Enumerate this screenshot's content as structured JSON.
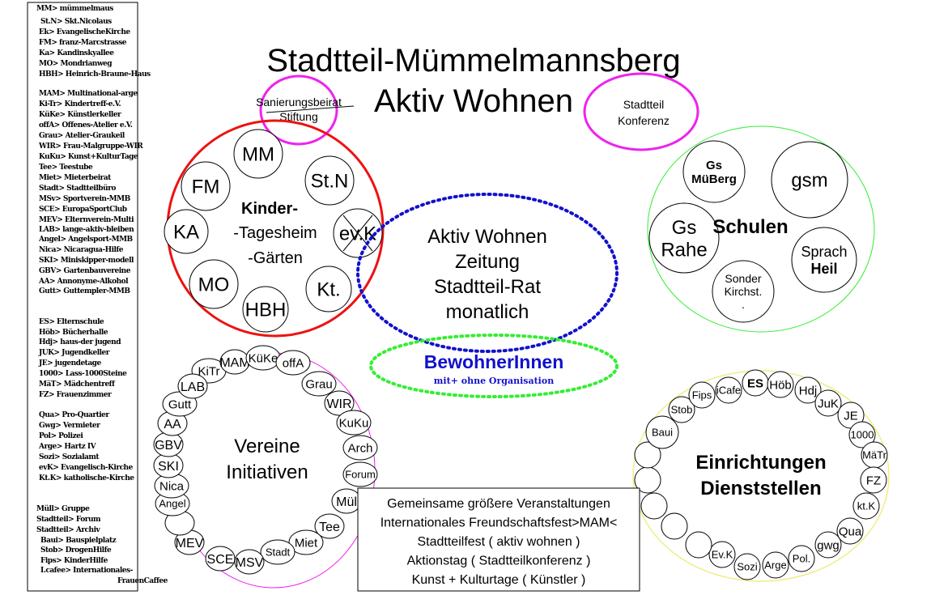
{
  "title": {
    "line1": "Stadtteil-Mümmelmannsberg",
    "line2": "Aktiv Wohnen"
  },
  "sanierungsbeirat": {
    "line1": "Sanierungsbeirat",
    "line2": "Stiftung"
  },
  "konferenz": {
    "line1": "Stadtteil",
    "line2": "Konferenz"
  },
  "kita": {
    "label1": "Kinder-",
    "label2": "-Tagesheim",
    "label3": "-Gärten",
    "circles": [
      "MM",
      "St.N",
      "ev.K",
      "Kt.",
      "HBH",
      "MO",
      "KA",
      "FM"
    ]
  },
  "schulen": {
    "label": "Schulen",
    "circles": [
      [
        "Gs",
        "MüBerg"
      ],
      [
        "gsm"
      ],
      [
        "Gs",
        "Rahe"
      ],
      [
        "Sprach",
        "Heil"
      ],
      [
        "Sonder",
        "Kirchst.",
        "."
      ]
    ]
  },
  "center": {
    "lines": [
      "Aktiv Wohnen",
      "Zeitung",
      "Stadtteil-Rat",
      "monatlich"
    ]
  },
  "bewohner": {
    "label": "BewohnerInnen",
    "sub": "mit+ ohne Organisation"
  },
  "vereine": {
    "label1": "Vereine",
    "label2": "Initiativen",
    "circles": [
      "KiTr",
      "MAM",
      "KüKe",
      "offA",
      "Grau",
      "WIR",
      "KuKu",
      "Arch",
      "Forum",
      "Mül",
      "Tee",
      "Miet",
      "Stadt",
      "MSV",
      "SCE",
      "MEV",
      "",
      "Angel",
      "Nica",
      "SKI",
      "GBV",
      "AA",
      "Gutt",
      "LAB"
    ]
  },
  "einrichtungen": {
    "label1": "Einrichtungen",
    "label2": "Dienststellen",
    "circles": [
      "ES",
      "Höb",
      "Hdj",
      "JuK",
      "JE",
      "1000",
      "MäTr",
      "FZ",
      "kt.K",
      "Qua",
      "gwg",
      "Pol.",
      "Arge",
      "Sozi",
      "Ev.K",
      "",
      "",
      "",
      "",
      "",
      "Baui",
      "Stob",
      "Fips",
      "iCafe"
    ]
  },
  "veranstaltungen": {
    "lines": [
      "Gemeinsame größere Veranstaltungen",
      "Internationales Freundschaftsfest>MAM<",
      "Stadtteilfest ( aktiv wohnen )",
      "Aktionstag ( Stadtteilkonferenz )",
      "Kunst + Kulturtage ( Künstler )"
    ]
  },
  "legend": [
    "MM> mümmelmaus",
    "St.N> Skt.Nicolaus",
    "Ek> EvangelischeKirche",
    "FM> franz-Marcstrasse",
    "Ka> Kandinskyallee",
    "MO> Mondrianweg",
    "HBH> Heinrich-Braune-Haus",
    "MAM> Multinational-arge",
    "Ki-Tr> Kindertreff-e.V.",
    "KüKe> Künstlerkeller",
    "offA> Offenes-Atelier e.V.",
    "Grau> Atelier-Graukeil",
    "WIR> Frau-Malgruppe-WIR",
    "KuKu> Kunst+KulturTage",
    "Tee> Teestube",
    "Miet> Mieterbeirat",
    "Stadt> Stadtteilbüro",
    "MSv> Sportverein-MMB",
    "SCE> EuropaSportClub",
    "MEV> Elternverein-Multi",
    "LAB> lange-aktiv-bleiben",
    "Angel> Angelsport-MMB",
    "Nica> Nicaragua-Hilfe",
    "SKI> Miniskipper-modell",
    "GBV> Gartenbauvereine",
    "AA> Annonyme-Alkohol",
    "Gutt> Guttempler-MMB",
    "ES> Elternschule",
    "Höb> Bücherhalle",
    "Hdj> haus-der jugend",
    "JUK> Jugendkeller",
    "JE> jugendetage",
    "1000> Lass-1000Steine",
    "MäT> Mädchentreff",
    "FZ> Frauenzimmer",
    "Qua> Pro-Quartier",
    "Gwg> Vermieter",
    "Pol> Polizei",
    "Arge> Hartz IV",
    "Sozi> Sozialamt",
    "evK> Evangelisch-Kirche",
    "Kt.K> katholische-Kirche",
    "Müll> Gruppe",
    "Stadtteil> Forum",
    "Stadtteil> Archiv",
    "Baui> Bauspielplatz",
    "Stob> DrogenHilfe",
    "Fips> KinderHilfe",
    "I.cafee> Internationales-",
    "FrauenCaffee"
  ],
  "colors": {
    "red": "#ee1111",
    "magenta": "#ee22ee",
    "green": "#33ee33",
    "blue": "#1111cc",
    "yellow": "#eeee88"
  }
}
